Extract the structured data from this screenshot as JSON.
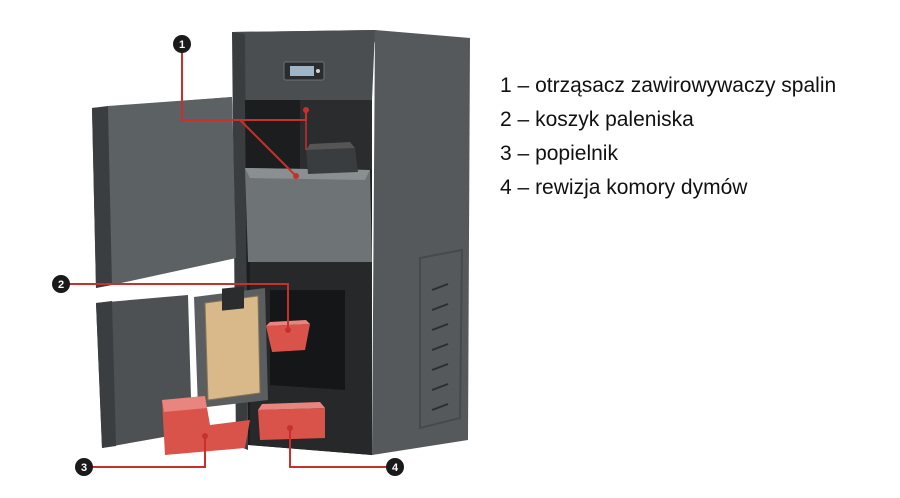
{
  "colors": {
    "body_dark": "#3f4244",
    "body_mid": "#55595b",
    "body_light": "#6b7072",
    "interior": "#1c1d1e",
    "panel": "#d9b98a",
    "highlight_red": "#d9534a",
    "leader_red": "#c8312b",
    "badge": "#1a1a1a"
  },
  "callouts": [
    {
      "num": "1"
    },
    {
      "num": "2"
    },
    {
      "num": "3"
    },
    {
      "num": "4"
    }
  ],
  "legend": [
    {
      "num": "1",
      "sep": "–",
      "text": "otrząsacz zawirowywaczy spalin"
    },
    {
      "num": "2",
      "sep": "–",
      "text": "koszyk paleniska"
    },
    {
      "num": "3",
      "sep": "–",
      "text": "popielnik"
    },
    {
      "num": "4",
      "sep": "–",
      "text": "rewizja komory dymów"
    }
  ],
  "icons": {
    "control_panel": "display-panel-icon"
  }
}
